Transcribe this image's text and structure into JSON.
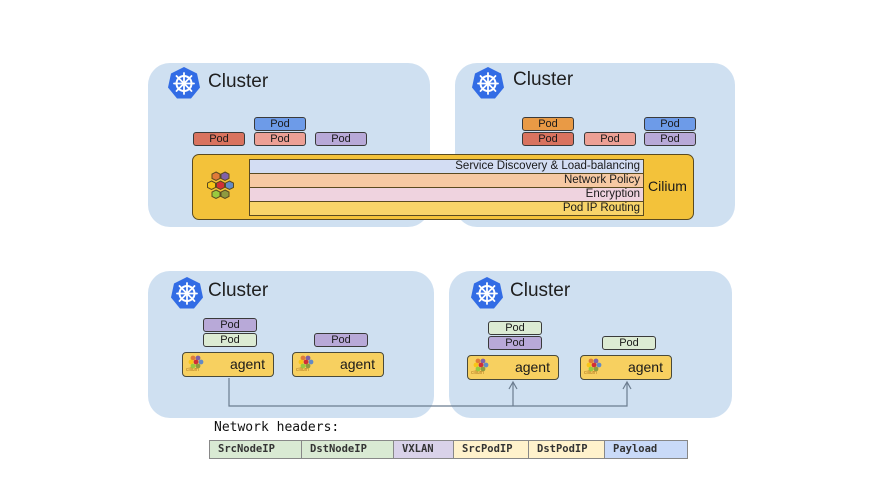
{
  "colors": {
    "cluster_bg": "#cfe0f1",
    "kubernetes_blue": "#326ce5",
    "cilium_yellow": "#f3c23a",
    "agent_yellow": "#f7d060",
    "pod_red": "#d9735f",
    "pod_salmon": "#eda095",
    "pod_blue": "#6d9be8",
    "pod_purple": "#b8a9d8",
    "pod_orange": "#e99a45",
    "pod_green": "#dcebd3"
  },
  "top_clusters": [
    {
      "title": "Cluster",
      "pods": [
        {
          "label": "Pod",
          "color": "#d9735f"
        },
        {
          "label": "Pod",
          "color": "#6d9be8"
        },
        {
          "label": "Pod",
          "color": "#eda095"
        },
        {
          "label": "Pod",
          "color": "#b8a9d8"
        }
      ]
    },
    {
      "title": "Cluster",
      "pods": [
        {
          "label": "Pod",
          "color": "#e99a45"
        },
        {
          "label": "Pod",
          "color": "#d9735f"
        },
        {
          "label": "Pod",
          "color": "#eda095"
        },
        {
          "label": "Pod",
          "color": "#6d9be8"
        },
        {
          "label": "Pod",
          "color": "#b8a9d8"
        }
      ]
    }
  ],
  "cilium": {
    "label": "Cilium",
    "layers": [
      {
        "label": "Service Discovery & Load-balancing",
        "color": "#d3ddf3"
      },
      {
        "label": "Network Policy",
        "color": "#f6c9a3"
      },
      {
        "label": "Encryption",
        "color": "#efd3df"
      },
      {
        "label": "Pod IP Routing",
        "color": "#f8d46a"
      }
    ]
  },
  "bottom_clusters": [
    {
      "title": "Cluster",
      "nodes": [
        {
          "agent_label": "agent",
          "logo_text": "cilium",
          "pods": [
            {
              "label": "Pod",
              "color": "#b8a9d8"
            },
            {
              "label": "Pod",
              "color": "#dcebd3"
            }
          ]
        },
        {
          "agent_label": "agent",
          "logo_text": "cilium",
          "pods": [
            {
              "label": "Pod",
              "color": "#b8a9d8"
            }
          ]
        }
      ]
    },
    {
      "title": "Cluster",
      "nodes": [
        {
          "agent_label": "agent",
          "logo_text": "cilium",
          "pods": [
            {
              "label": "Pod",
              "color": "#dcebd3"
            },
            {
              "label": "Pod",
              "color": "#b8a9d8"
            }
          ]
        },
        {
          "agent_label": "agent",
          "logo_text": "cilium",
          "pods": [
            {
              "label": "Pod",
              "color": "#dcebd3"
            }
          ]
        }
      ]
    }
  ],
  "network_headers": {
    "title": "Network headers:",
    "fields": [
      {
        "label": "SrcNodeIP",
        "color": "#d9ead3"
      },
      {
        "label": "DstNodeIP",
        "color": "#d9ead3"
      },
      {
        "label": "VXLAN",
        "color": "#d9d2e9"
      },
      {
        "label": "SrcPodIP",
        "color": "#fff2cc"
      },
      {
        "label": "DstPodIP",
        "color": "#fff2cc"
      },
      {
        "label": "Payload",
        "color": "#c9daf8"
      }
    ]
  }
}
